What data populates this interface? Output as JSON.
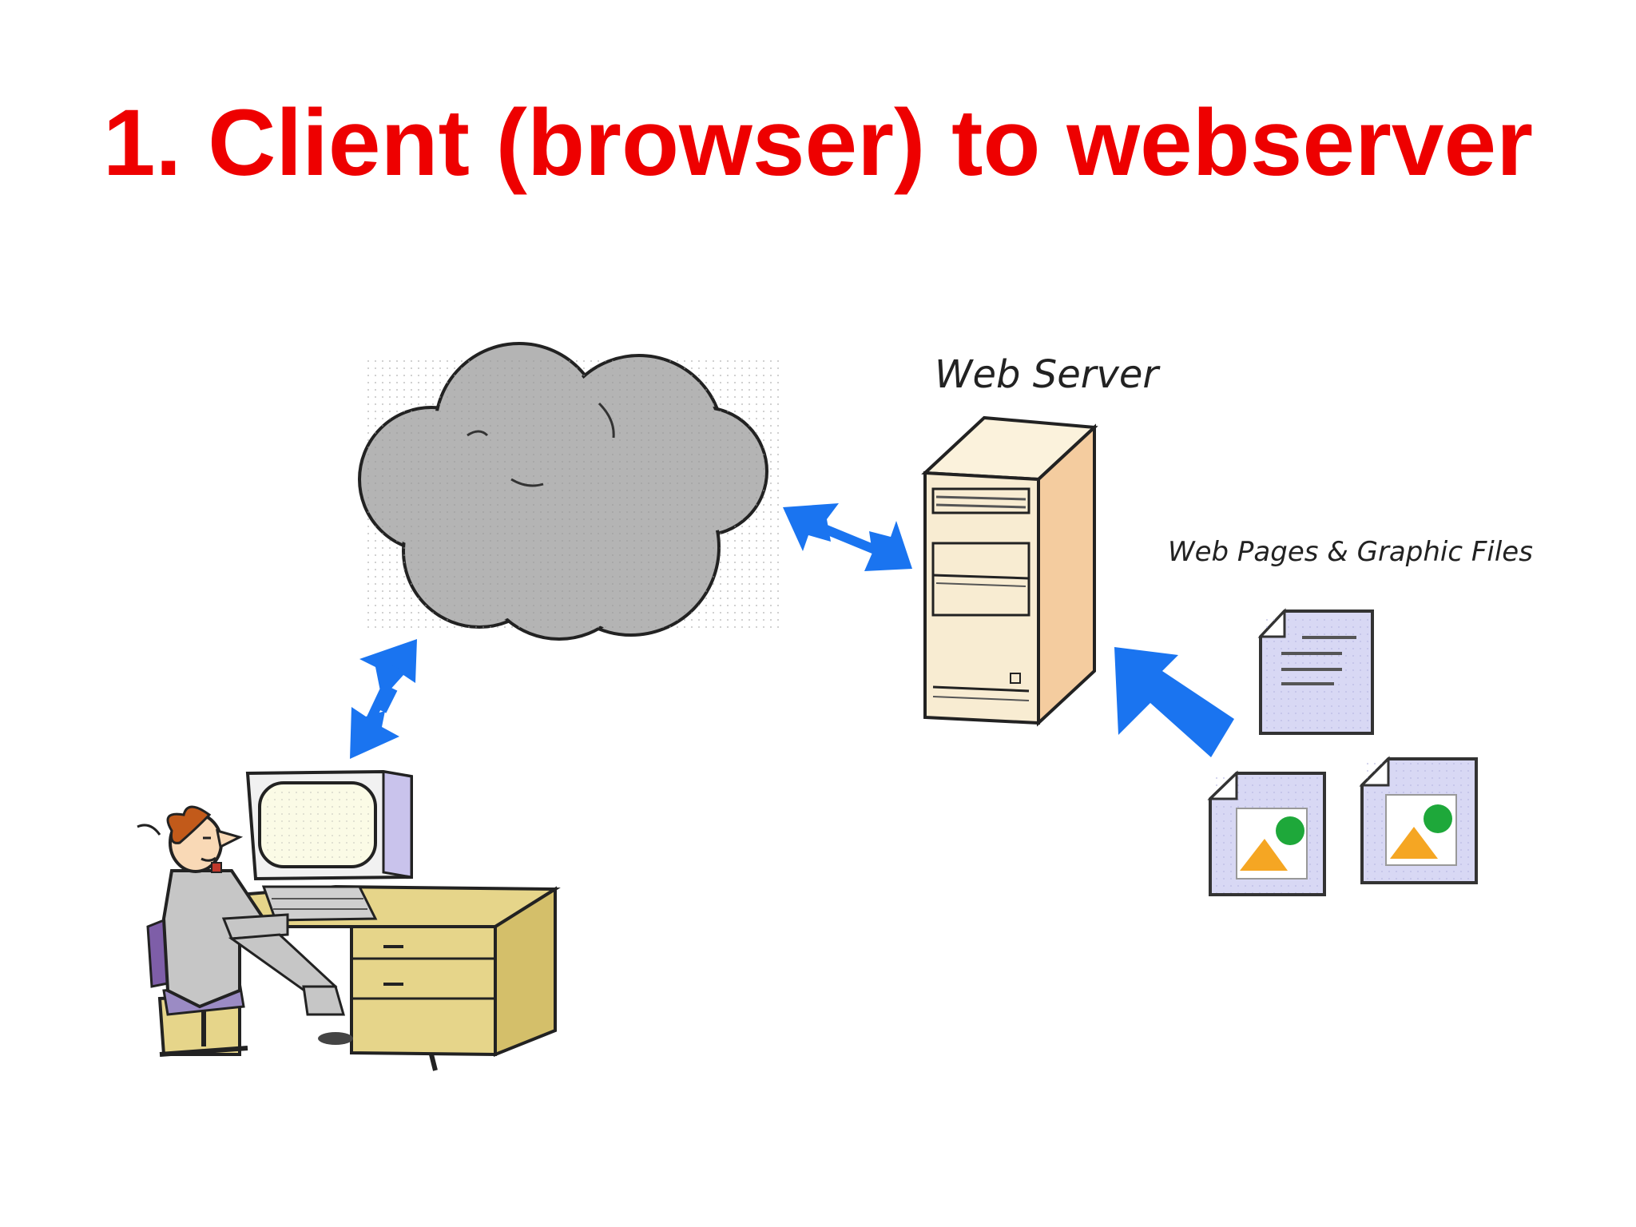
{
  "slide": {
    "title": "1. Client (browser) to webserver"
  },
  "diagram": {
    "server_label": "Web Server",
    "files_label": "Web Pages & Graphic Files",
    "nodes": [
      {
        "id": "client",
        "icon": "user-at-computer-icon"
      },
      {
        "id": "internet",
        "icon": "cloud-icon"
      },
      {
        "id": "server",
        "icon": "server-tower-icon"
      },
      {
        "id": "files",
        "icon": "document-icon"
      }
    ],
    "connections": [
      {
        "from": "client",
        "to": "internet",
        "direction": "bidirectional"
      },
      {
        "from": "internet",
        "to": "server",
        "direction": "bidirectional"
      },
      {
        "from": "files",
        "to": "server",
        "direction": "one-way"
      }
    ],
    "colors": {
      "title": "#ee0000",
      "arrow": "#1a74f0",
      "cloud": "#b3b3b3",
      "server": "#f7e6c3",
      "document": "#d8d8f4",
      "desk": "#e6d58a"
    }
  }
}
